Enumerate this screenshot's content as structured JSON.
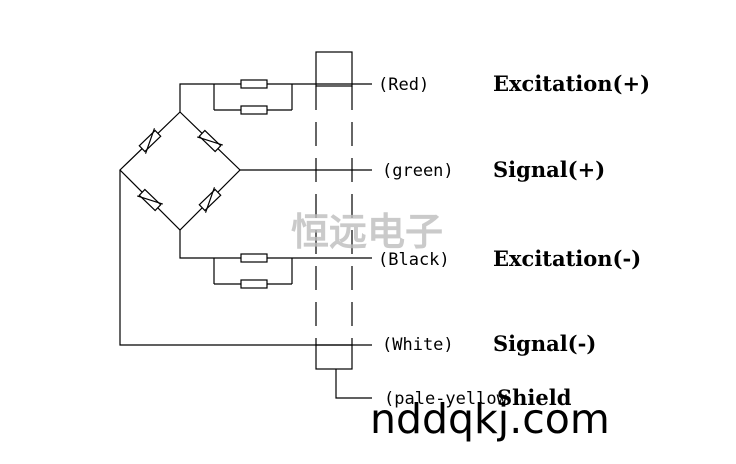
{
  "wires": [
    {
      "color": "(Red)",
      "function": "Excitation(+)"
    },
    {
      "color": "(green)",
      "function": "Signal(+)"
    },
    {
      "color": "(Black)",
      "function": "Excitation(-)"
    },
    {
      "color": "(White)",
      "function": "Signal(-)"
    },
    {
      "color": "(pale-yellow",
      "function": "Shield"
    }
  ],
  "watermark": "恒远电子",
  "site": "nddqkj.com"
}
